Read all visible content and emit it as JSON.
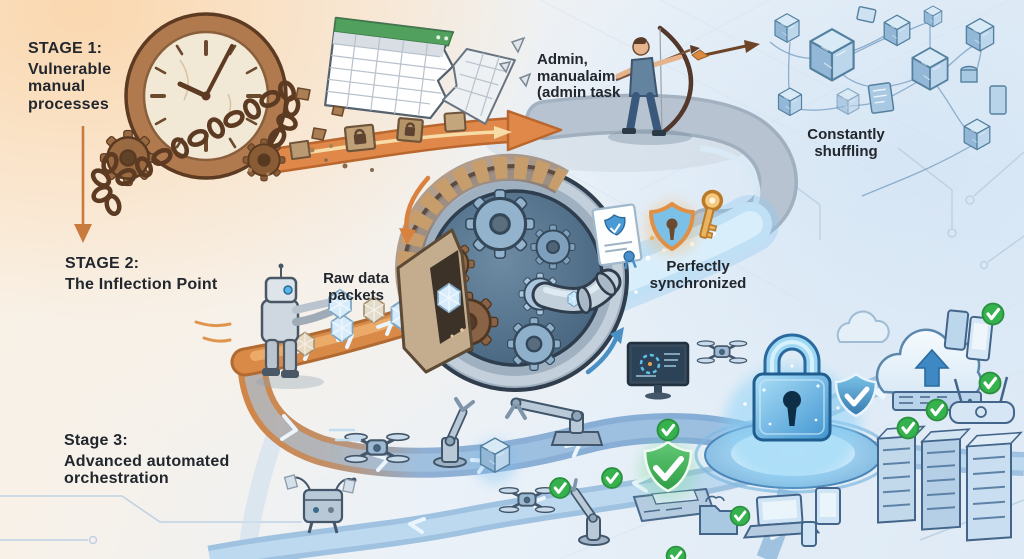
{
  "meta": {
    "description": "Isometric illustrated infographic showing three stages of moving from vulnerable manual security processes to advanced automated orchestration"
  },
  "labels": {
    "stage1": {
      "lines": [
        "STAGE 1:",
        "Vulnerable",
        "manual",
        "processes"
      ]
    },
    "stage2": {
      "lines": [
        "STAGE 2:",
        "The Inflection Point"
      ]
    },
    "stage3": {
      "lines": [
        "Stage 3:",
        "Advanced automated",
        "orchestration"
      ]
    },
    "raw_data": {
      "lines": [
        "Raw data",
        "packets"
      ]
    },
    "admin": {
      "lines": [
        "Admin,",
        "manualaim",
        "(admin task"
      ]
    },
    "constantly": {
      "lines": [
        "Constantly",
        "shuffling"
      ]
    },
    "perfectly": {
      "lines": [
        "Perfectly",
        "synchronized"
      ]
    }
  },
  "colors": {
    "accent_orange": "#d9813f",
    "rust_brown": "#8a5c36",
    "steel_blue": "#8fadc8",
    "road_gray": "#b5c1ce",
    "road_blue": "#7fa8d0",
    "lock_blue": "#48a0d8",
    "check_green": "#35b14e",
    "key_gold": "#eab35f",
    "text": "#22272e",
    "bg_warm": "#fbeede",
    "bg_cool": "#e7eff8"
  },
  "icons": [
    "chained-clock-icon",
    "gear-icon",
    "down-arrow-icon",
    "torn-spreadsheet-icon",
    "stone-padlock-icon",
    "orange-arrow-icon",
    "archer-icon",
    "arrow-projectile-icon",
    "cube-network-icon",
    "circuit-trace-icon",
    "u-turn-road-icon",
    "data-crystal-icon",
    "robot-feeder-icon",
    "conveyor-icon",
    "gear-machine-icon",
    "pipe-icon",
    "certificate-icon",
    "shield-keyhole-icon",
    "key-icon",
    "monitor-dashboard-icon",
    "robot-arm-icon",
    "drone-icon",
    "delivery-robot-icon",
    "cube-on-road-icon",
    "padlock-hub-icon",
    "shield-check-blue-icon",
    "shield-check-green-icon",
    "cloud-upload-icon",
    "cloud-icon",
    "server-tray-icon",
    "smartphone-icon",
    "wifi-router-icon",
    "server-rack-icon",
    "folder-icon",
    "laptop-icon",
    "tablet-icon",
    "check-circle-icon"
  ]
}
